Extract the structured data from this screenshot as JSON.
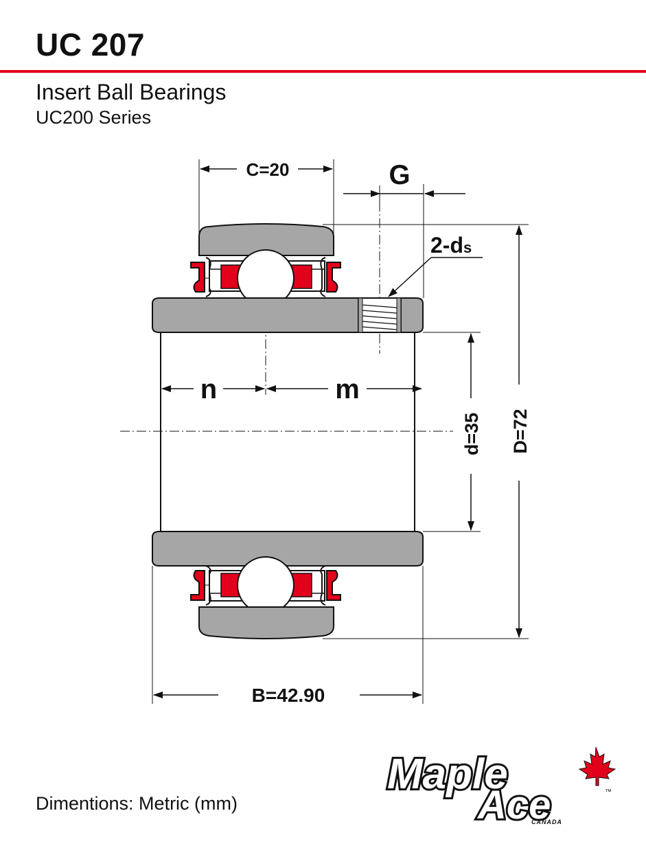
{
  "header": {
    "model": "UC 207",
    "product": "Insert Ball Bearings",
    "series": "UC200 Series"
  },
  "diagram": {
    "label_c": "C=20",
    "label_g": "G",
    "label_ds": "2-d",
    "label_ds_sub": "s",
    "label_n": "n",
    "label_m": "m",
    "label_d": "d=35",
    "label_D": "D=72",
    "label_B": "B=42.90"
  },
  "footer": {
    "units": "Dimentions: Metric (mm)"
  },
  "brand": {
    "word1": "Maple",
    "word2": "Ace",
    "country": "CANADA",
    "tm": "™"
  },
  "colors": {
    "accent": "#e2001a",
    "body_gray": "#a6a6a6",
    "seal_red": "#e2001a"
  }
}
